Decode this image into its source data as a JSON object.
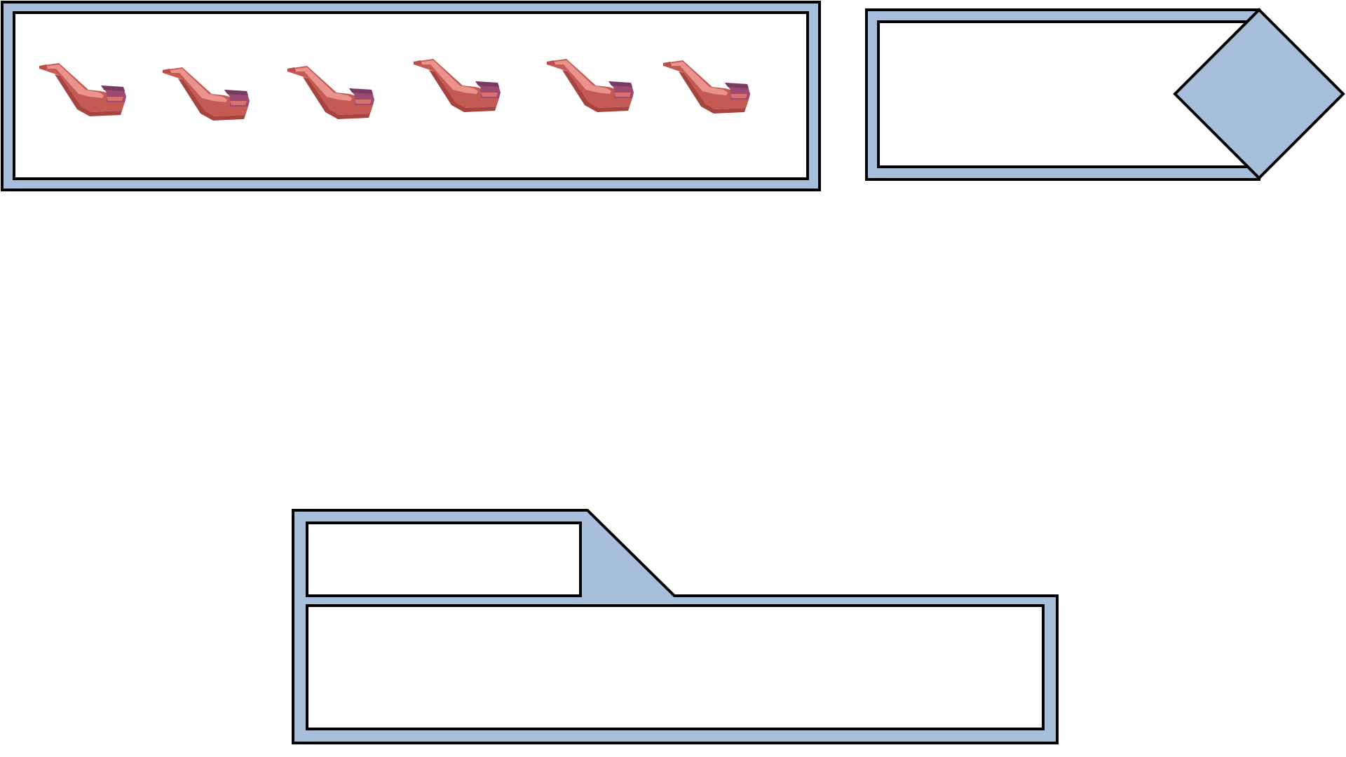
{
  "colors": {
    "frame_fill": "#a8bfdb",
    "outline": "#000000",
    "panel_fill": "#ffffff",
    "pipe_light": "#d9726c",
    "pipe_mid": "#c55a55",
    "pipe_dark": "#a8443f",
    "pipe_shadow": "#b94d48",
    "pipe_bowl_top": "#7a3a66",
    "pipe_bowl_side": "#9c4a72",
    "pipe_highlight": "#ef9e96"
  },
  "icons": {
    "pipe": "tobacco-pipe-icon",
    "pipe_count": 6
  },
  "shapes": {
    "top_left": "framed-panel",
    "top_right": "framed-panel-with-diamond",
    "bottom": "folder-tab-panel"
  }
}
